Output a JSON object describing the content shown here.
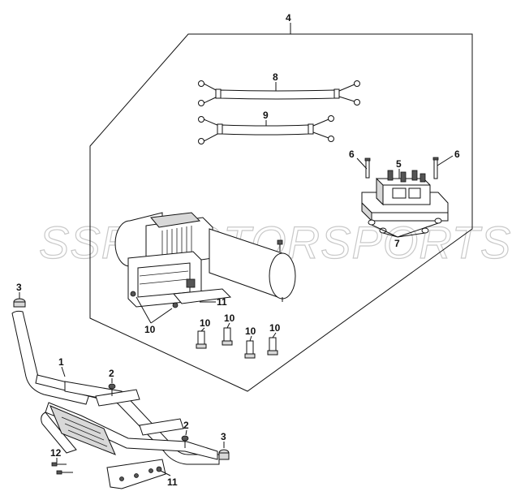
{
  "watermark": "SSR MOTORSPORTS",
  "callouts": {
    "c1": "1",
    "c2a": "2",
    "c2b": "2",
    "c3a": "3",
    "c3b": "3",
    "c4": "4",
    "c5": "5",
    "c6a": "6",
    "c6b": "6",
    "c7": "7",
    "c8": "8",
    "c9": "9",
    "c10a": "10",
    "c10b": "10",
    "c10c": "10",
    "c10d": "10",
    "c10e": "10",
    "c11a": "11",
    "c11b": "11",
    "c12": "12"
  }
}
